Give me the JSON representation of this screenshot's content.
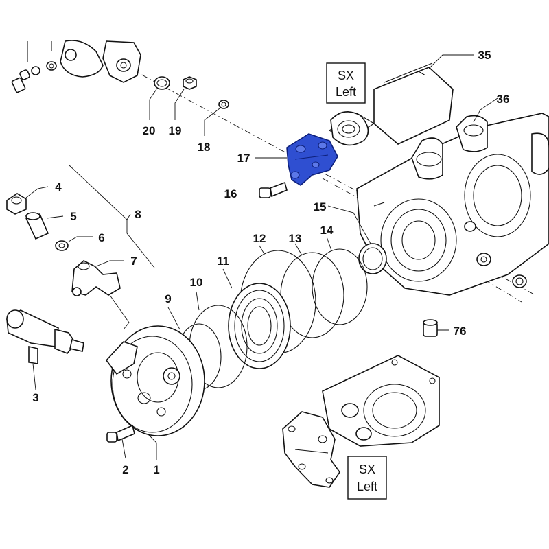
{
  "diagram": {
    "highlight_color": "#2f4fd1",
    "line_color": "#111111",
    "background": "#ffffff",
    "callouts": {
      "c1": "1",
      "c2": "2",
      "c3": "3",
      "c4": "4",
      "c5": "5",
      "c6": "6",
      "c7": "7",
      "c8": "8",
      "c9": "9",
      "c10": "10",
      "c11": "11",
      "c12": "12",
      "c13": "13",
      "c14": "14",
      "c15": "15",
      "c16": "16",
      "c17": "17",
      "c18": "18",
      "c19": "19",
      "c20": "20",
      "c35": "35",
      "c36": "36",
      "c76": "76"
    },
    "side_labels": {
      "top": {
        "line1": "SX",
        "line2": "Left"
      },
      "bottom": {
        "line1": "SX",
        "line2": "Left"
      }
    },
    "highlighted_part": "17"
  }
}
